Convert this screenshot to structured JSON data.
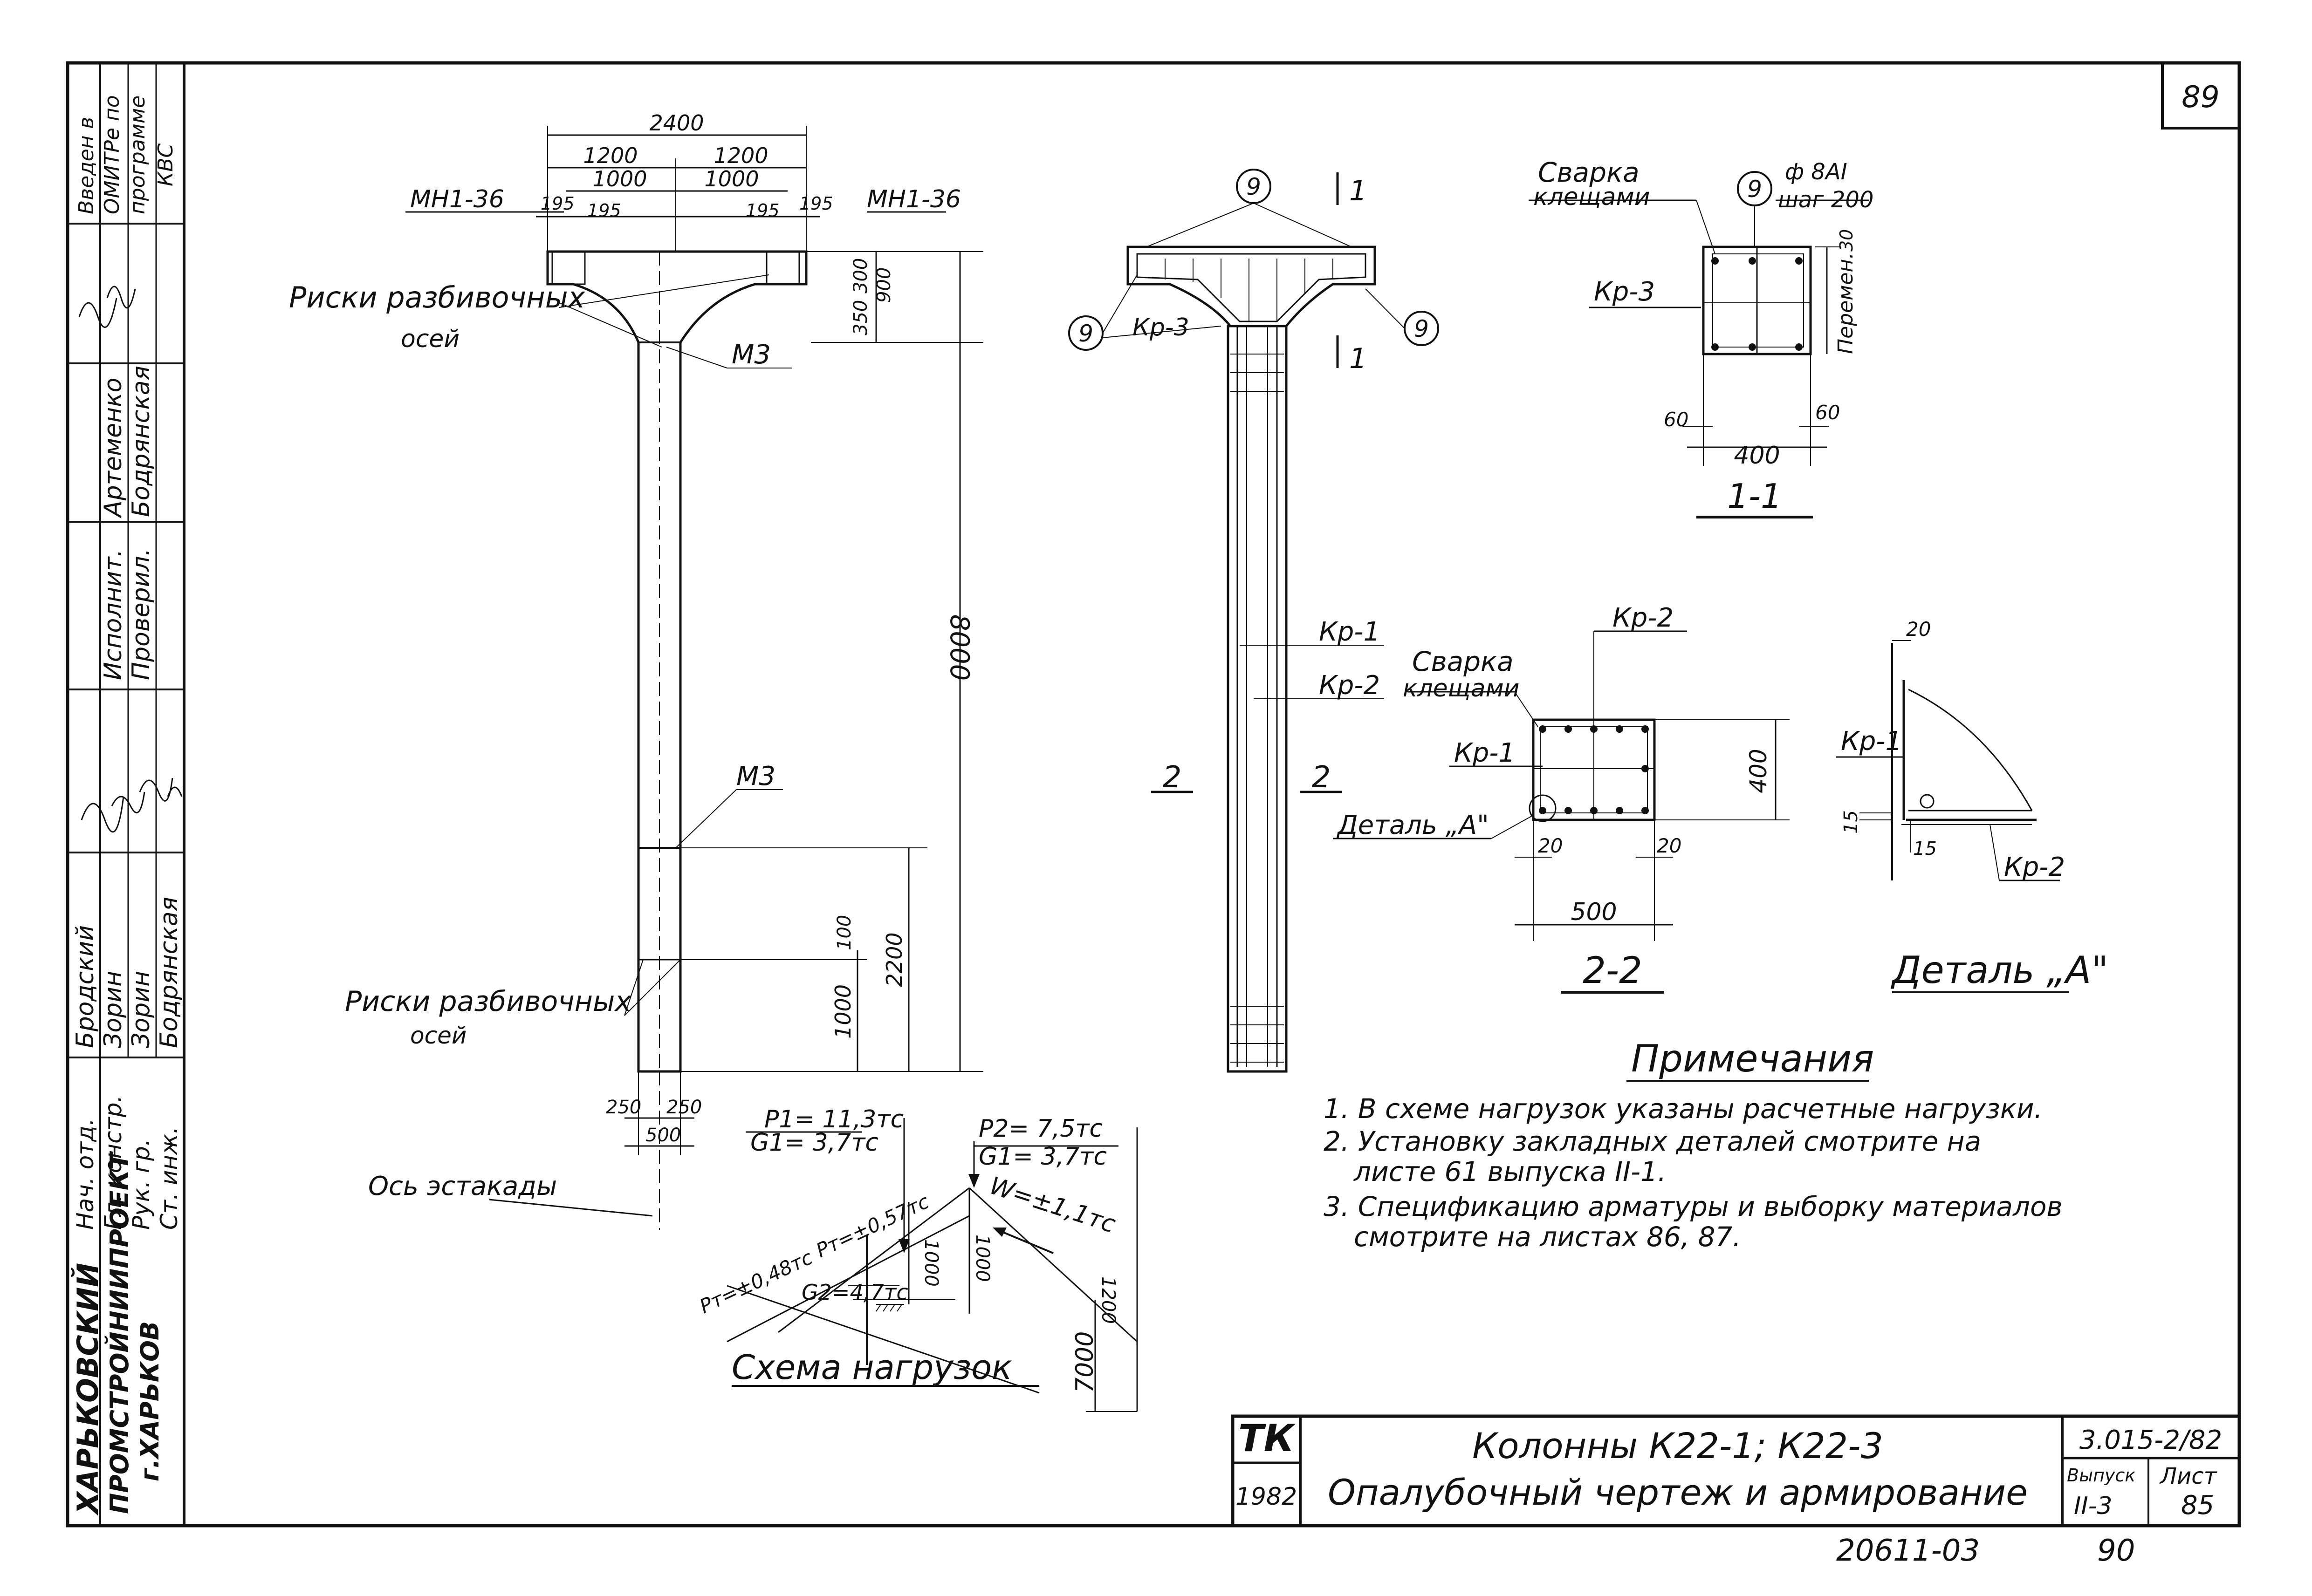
{
  "sheet_number": "89",
  "bottom_code": "20611-03",
  "bottom_page": "90",
  "approval_stamp": [
    "Введен в",
    "ОМИТРе по",
    "программе",
    "КВС"
  ],
  "title_block": {
    "badge": "ТК",
    "year": "1982",
    "title_line1": "Колонны К22-1; К22-3",
    "title_line2": "Опалубочный чертеж и армирование",
    "doc_code": "3.015-2/82",
    "issue_label": "Выпуск",
    "issue_value": "II-3",
    "sheet_label": "Лист",
    "sheet_value": "85"
  },
  "organization": [
    "ХАРЬКОВСКИЙ",
    "ПРОМСТРОЙНИИПРОЕКТ",
    "г.ХАРЬКОВ"
  ],
  "signatures": {
    "positions": [
      "Нач. отд.",
      "Гл. констр.",
      "Рук. гр.",
      "Ст. инж."
    ],
    "names": [
      "Бродский",
      "Зорин",
      "Зорин",
      "Бодрянская"
    ],
    "roles": [
      "Исполнит.",
      "Проверил."
    ],
    "role_names": [
      "Артеменко",
      "Бодрянская"
    ]
  },
  "column_elevation": {
    "dim_total": "2400",
    "dim_halves": [
      "1200",
      "1200"
    ],
    "dim_inner": [
      "1000",
      "1000"
    ],
    "dim_edges": [
      "195",
      "195",
      "195",
      "195"
    ],
    "embedded_left": "МН1-36",
    "embedded_right": "МН1-36",
    "head_dims": [
      "300",
      "350",
      "900"
    ],
    "height_total": "8000",
    "lower_dims": [
      "2200",
      "100",
      "1000"
    ],
    "base_dims": [
      "250",
      "250",
      "500"
    ],
    "label_marks_top": [
      "Риски разбивочных",
      "осей"
    ],
    "label_marks_bottom": [
      "Риски разбивочных",
      "осей"
    ],
    "mz_top": "М3",
    "mz_bottom": "М3",
    "axis_label": "Ось эстакады"
  },
  "reinforcement_view": {
    "callout": "9",
    "cage": "Кр-3",
    "cut_1": "1",
    "cut_2": "2",
    "kr1": "Кр-1",
    "kr2": "Кр-2"
  },
  "section_1_1": {
    "weld_label": [
      "Сварка",
      "клещами"
    ],
    "callout": "9",
    "bar_spec": [
      "ф 8АI",
      "шаг 200"
    ],
    "cage": "Кр-3",
    "dim_top": "30",
    "dim_side": "Перемен.",
    "dim_edges": [
      "60",
      "60"
    ],
    "width": "400",
    "title": "1-1"
  },
  "section_2_2": {
    "kr2": "Кр-2",
    "weld_label": [
      "Сварка",
      "клещами"
    ],
    "kr1": "Кр-1",
    "detail_ref": "Деталь „А\"",
    "height": "400",
    "dim_edges": [
      "20",
      "20"
    ],
    "width": "500",
    "title": "2-2"
  },
  "detail_a": {
    "dim_top": "20",
    "kr1": "Кр-1",
    "dims": [
      "15",
      "15"
    ],
    "kr2": "Кр-2",
    "title": "Деталь „А\""
  },
  "load_scheme": {
    "p1": "P1= 11,3тс",
    "g1a": "G1= 3,7тс",
    "p2": "P2= 7,5тс",
    "g1b": "G1= 3,7тс",
    "w": "W=±1,1тс",
    "pt1": "Pт=±0,48тс",
    "pt2": "Pт=±0,57тс",
    "d1": "1000",
    "d2": "1000",
    "d3": "1200",
    "g2": "G2=4,7тс",
    "h": "7000",
    "title": "Схема нагрузок"
  },
  "notes": {
    "title": "Примечания",
    "items": [
      "1. В схеме нагрузок указаны расчетные нагрузки.",
      "2. Установку закладных деталей смотрите на",
      "листе 61 выпуска II-1.",
      "3. Спецификацию арматуры и выборку материалов",
      "смотрите на листах 86, 87."
    ]
  }
}
